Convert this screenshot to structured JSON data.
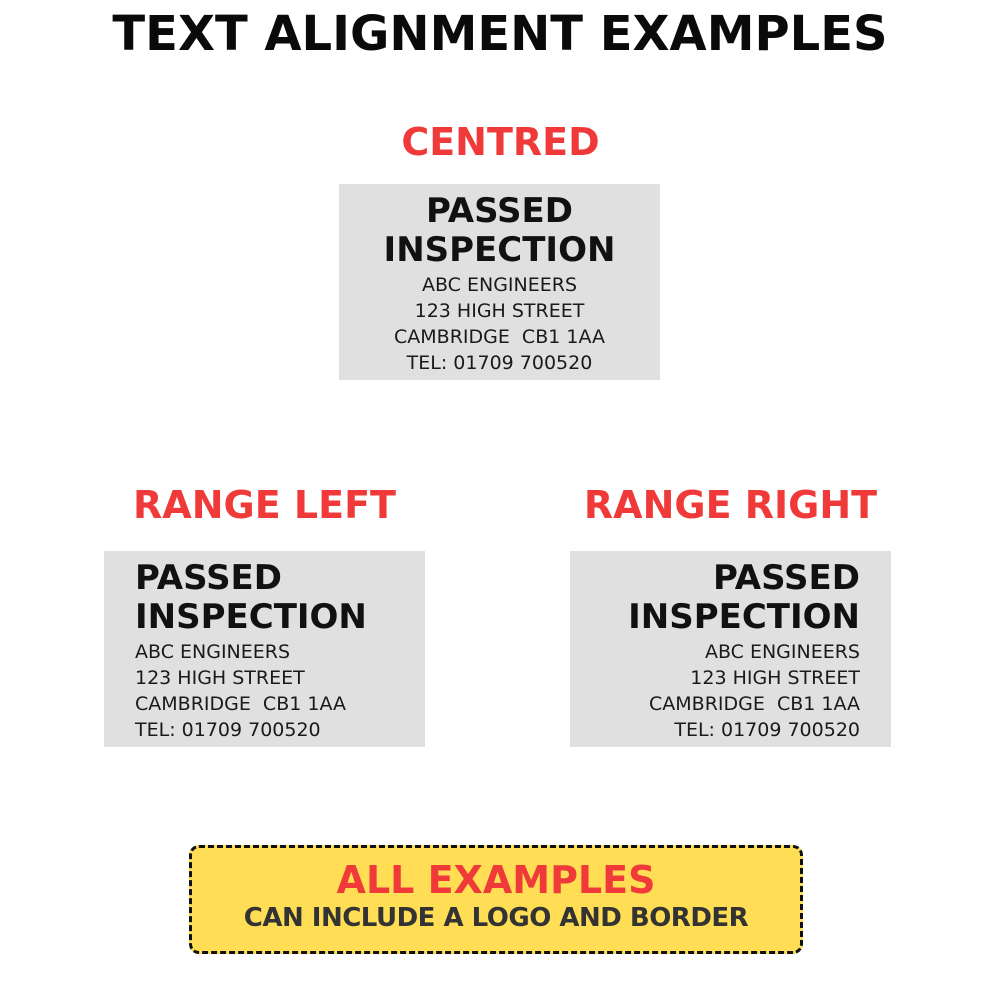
{
  "page": {
    "title": "TEXT ALIGNMENT EXAMPLES"
  },
  "colors": {
    "heading_red": "#f03a3a",
    "plate_grey": "#e0e0e0",
    "banner_yellow": "#ffdd55",
    "text_black": "#111111"
  },
  "examples": [
    {
      "heading": "CENTRED",
      "alignment": "center",
      "label": {
        "title_line_1": "PASSED",
        "title_line_2": "INSPECTION",
        "lines": [
          "ABC ENGINEERS",
          "123 HIGH STREET",
          "CAMBRIDGE  CB1 1AA",
          "TEL: 01709 700520"
        ]
      }
    },
    {
      "heading": "RANGE LEFT",
      "alignment": "left",
      "label": {
        "title_line_1": "PASSED",
        "title_line_2": "INSPECTION",
        "lines": [
          "ABC ENGINEERS",
          "123 HIGH STREET",
          "CAMBRIDGE  CB1 1AA",
          "TEL: 01709 700520"
        ]
      }
    },
    {
      "heading": "RANGE RIGHT",
      "alignment": "right",
      "label": {
        "title_line_1": "PASSED",
        "title_line_2": "INSPECTION",
        "lines": [
          "ABC ENGINEERS",
          "123 HIGH STREET",
          "CAMBRIDGE  CB1 1AA",
          "TEL: 01709 700520"
        ]
      }
    }
  ],
  "note": {
    "title": "ALL EXAMPLES",
    "subtitle": "CAN INCLUDE A LOGO AND BORDER"
  }
}
